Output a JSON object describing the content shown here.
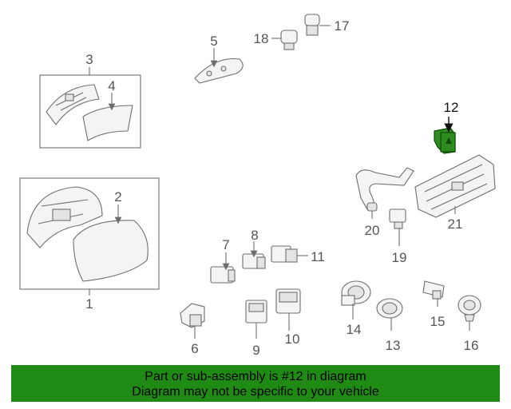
{
  "diagram": {
    "callouts": [
      "1",
      "2",
      "3",
      "4",
      "5",
      "6",
      "7",
      "8",
      "9",
      "10",
      "11",
      "12",
      "13",
      "14",
      "15",
      "16",
      "17",
      "18",
      "19",
      "20",
      "21"
    ],
    "highlighted_callout": "12",
    "highlight_color": "#2e8b1f"
  },
  "banner": {
    "line1": "Part or sub-assembly is #12 in diagram",
    "line2": "Diagram may not be specific to your vehicle",
    "background": "#1f8a14"
  }
}
